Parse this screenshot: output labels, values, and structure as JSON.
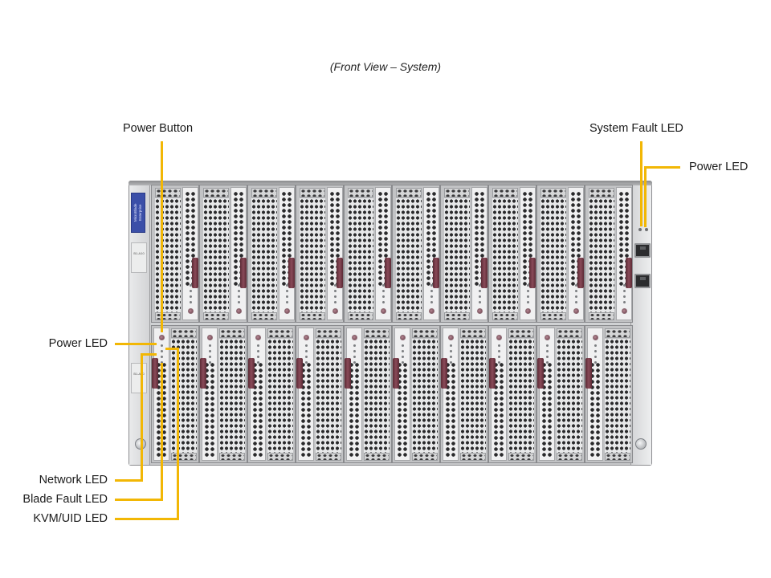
{
  "caption": "(Front View – System)",
  "callouts": {
    "power_button": "Power Button",
    "system_fault_led": "System Fault LED",
    "system_power_led": "Power LED",
    "blade_power_led": "Power LED",
    "network_led": "Network LED",
    "blade_fault_led": "Blade Fault LED",
    "kvm_uid_led": "KVM/UID LED"
  },
  "chassis": {
    "brand_badge_text": "MicroBlade Enterprise",
    "model_tag_text": "B1-A10",
    "blade_rows": 2,
    "blades_per_row": 10,
    "rear_ports": [
      "rj45-port-1",
      "rj45-port-2"
    ]
  },
  "colors": {
    "callout_line": "#f2b705",
    "brand_badge": "#3b4fa8",
    "latch": "#7a3a48"
  }
}
